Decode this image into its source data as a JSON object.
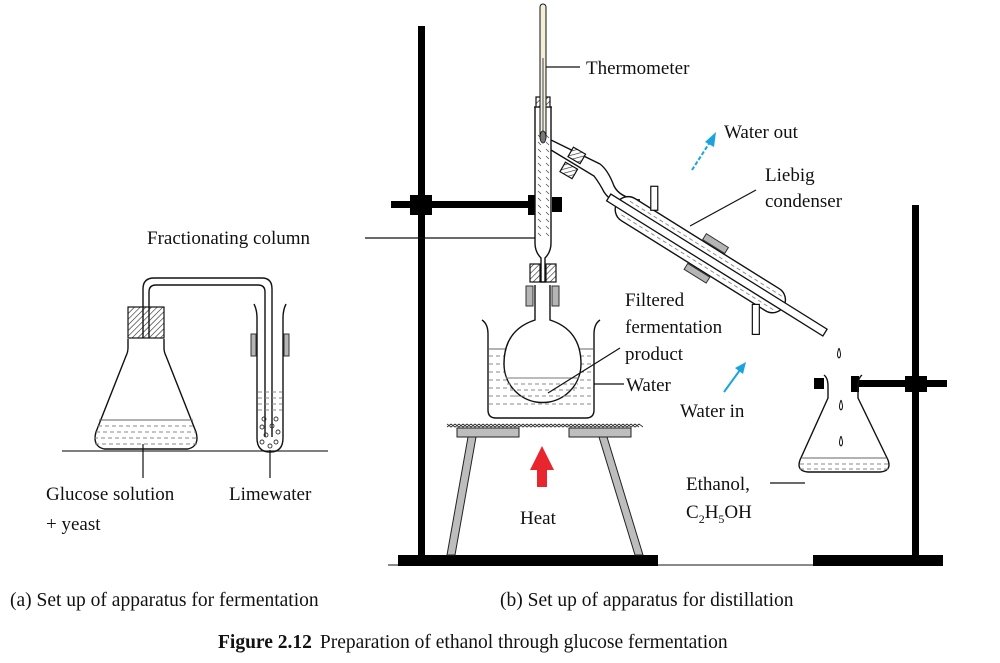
{
  "figure": {
    "number_label": "Figure 2.12",
    "title": "Preparation of ethanol through glucose fermentation"
  },
  "panel_a": {
    "caption": "(a) Set up of apparatus for fermentation",
    "labels": {
      "glucose_line1": "Glucose solution",
      "glucose_line2": "+ yeast",
      "limewater": "Limewater"
    }
  },
  "panel_b": {
    "caption": "(b) Set up of apparatus for distillation",
    "labels": {
      "thermometer": "Thermometer",
      "water_out": "Water out",
      "liebig_line1": "Liebig",
      "liebig_line2": "condenser",
      "fractionating_column": "Fractionating column",
      "filtered_line1": "Filtered",
      "filtered_line2": "fermentation",
      "filtered_line3": "product",
      "water": "Water",
      "water_in": "Water in",
      "heat": "Heat",
      "ethanol_line1": "Ethanol,",
      "ethanol_formula": {
        "c": "C",
        "c_sub": "2",
        "h": "H",
        "h_sub": "5",
        "oh": "OH"
      }
    }
  },
  "colors": {
    "water_flow_arrow": "#1aa3e0",
    "heat_arrow": "#e8262d",
    "clamp_gray": "#b5b5b5",
    "thermometer_fill": "#f3efd8"
  }
}
